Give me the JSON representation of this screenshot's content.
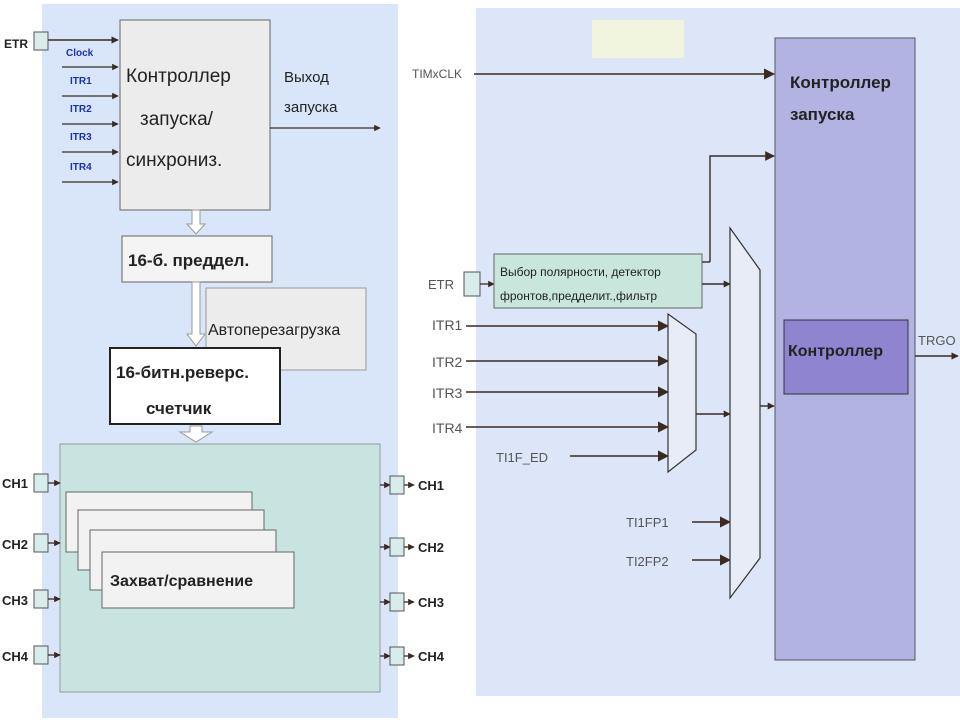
{
  "left": {
    "etr": "ETR",
    "inputs": [
      "Clock",
      "ITR1",
      "ITR2",
      "ITR3",
      "ITR4"
    ],
    "trigger_controller": [
      "Контроллер",
      "запуска/",
      "синхрониз."
    ],
    "trigger_output": [
      "Выход",
      "запуска"
    ],
    "prescaler": "16-б. преддел.",
    "autoreload": "Автоперезагрузка",
    "counter": [
      "16-битн.реверс.",
      "счетчик"
    ],
    "capture_compare": "Захват/сравнение",
    "channels_in": [
      "CH1",
      "CH2",
      "CH3",
      "CH4"
    ],
    "channels_out": [
      "CH1",
      "CH2",
      "CH3",
      "CH4"
    ]
  },
  "right": {
    "clock_input": "TIMxCLK",
    "etr": "ETR",
    "polarity_block": [
      "Выбор полярности, детектор",
      "фронтов,предделит.,фильтр"
    ],
    "itr_inputs": [
      "ITR1",
      "ITR2",
      "ITR3",
      "ITR4"
    ],
    "ti1f_ed": "TI1F_ED",
    "ti_inputs": [
      "TI1FP1",
      "TI2FP2"
    ],
    "trigger_controller": [
      "Контроллер",
      "запуска"
    ],
    "controller": "Контроллер",
    "trgo": "TRGO"
  },
  "colors": {
    "left_panel": "#d9e6fa",
    "right_panel": "#dde6f8",
    "capture_area": "#c8e4e0",
    "block_grey": "#ececec",
    "controller_outer": "#b3b3e3",
    "controller_inner": "#8f84cf",
    "polarity_block": "#c8e6dc",
    "arrow": "#4a3a30"
  }
}
